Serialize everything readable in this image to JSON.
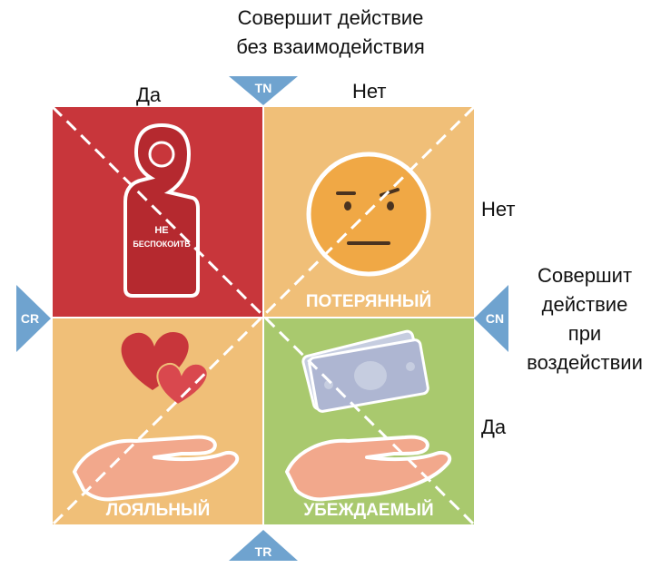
{
  "top_caption": {
    "line1": "Совершит действие",
    "line2": "без взаимодействия"
  },
  "axis_labels": {
    "yes_top": "Да",
    "no_top": "Нет",
    "no_right": "Нет",
    "yes_right": "Да"
  },
  "right_caption": {
    "line1": "Совершит",
    "line2": "действие",
    "line3": "при",
    "line4": "воздействии"
  },
  "markers": {
    "top": "TN",
    "bottom": "TR",
    "left": "CR",
    "right": "CN"
  },
  "quadrants": {
    "top_left": {
      "sign_line1": "НЕ",
      "sign_line2": "БЕСПОКОИТЬ",
      "color": "#c8363b"
    },
    "top_right": {
      "label": "ПОТЕРЯННЫЙ",
      "color": "#f0bf78"
    },
    "bottom_left": {
      "label": "ЛОЯЛЬНЫЙ",
      "color": "#f0bf78"
    },
    "bottom_right": {
      "label": "УБЕЖДАЕМЫЙ",
      "color": "#a9c96e"
    }
  },
  "icons": [
    "door-hanger-icon",
    "neutral-face-icon",
    "hearts-icon",
    "hand-icon",
    "banknotes-icon",
    "hand-icon"
  ],
  "colors": {
    "marker": "#6fa3cf",
    "label": "#ffffff"
  }
}
